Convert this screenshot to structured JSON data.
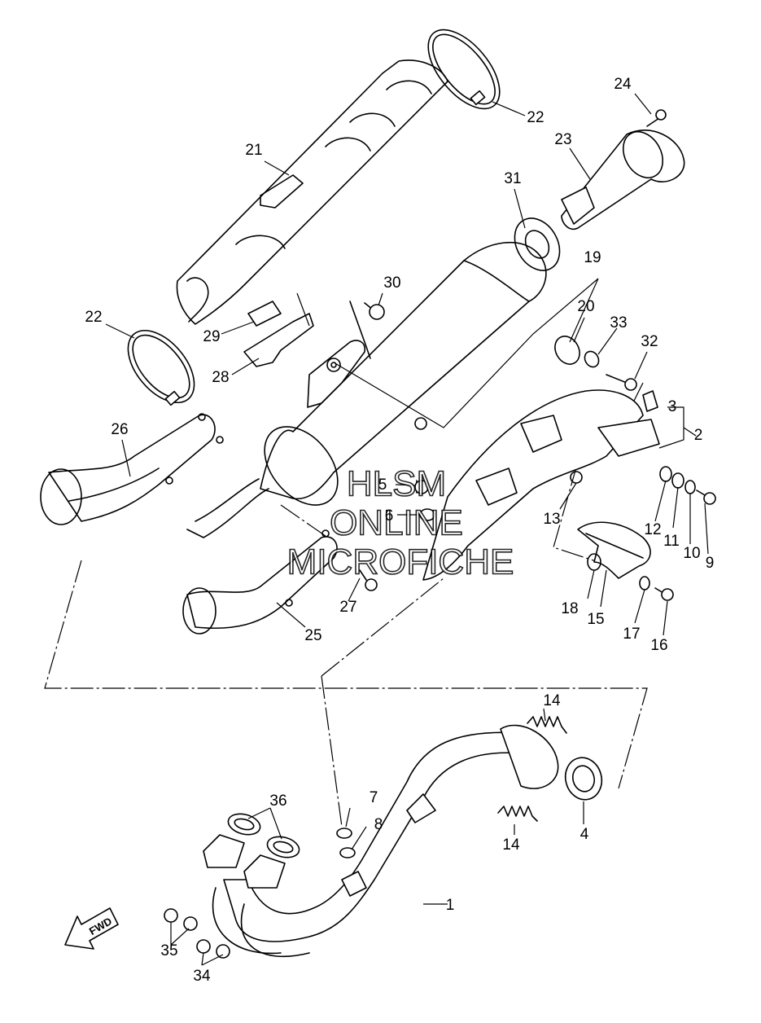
{
  "watermark": {
    "line1": "HLSM",
    "line2": "ONLINE",
    "line3": "MICROFICHE"
  },
  "direction_badge": {
    "label": "FWD",
    "icon": "arrow-down-left-icon"
  },
  "callouts": [
    {
      "id": "c1",
      "label": "1"
    },
    {
      "id": "c2",
      "label": "2"
    },
    {
      "id": "c3",
      "label": "3"
    },
    {
      "id": "c4",
      "label": "4"
    },
    {
      "id": "c5",
      "label": "5"
    },
    {
      "id": "c6",
      "label": "6"
    },
    {
      "id": "c7",
      "label": "7"
    },
    {
      "id": "c8",
      "label": "8"
    },
    {
      "id": "c9",
      "label": "9"
    },
    {
      "id": "c10",
      "label": "10"
    },
    {
      "id": "c11",
      "label": "11"
    },
    {
      "id": "c12",
      "label": "12"
    },
    {
      "id": "c13",
      "label": "13"
    },
    {
      "id": "c14a",
      "label": "14"
    },
    {
      "id": "c14b",
      "label": "14"
    },
    {
      "id": "c15",
      "label": "15"
    },
    {
      "id": "c16",
      "label": "16"
    },
    {
      "id": "c17",
      "label": "17"
    },
    {
      "id": "c18",
      "label": "18"
    },
    {
      "id": "c19",
      "label": "19"
    },
    {
      "id": "c20",
      "label": "20"
    },
    {
      "id": "c21",
      "label": "21"
    },
    {
      "id": "c22a",
      "label": "22"
    },
    {
      "id": "c22b",
      "label": "22"
    },
    {
      "id": "c23",
      "label": "23"
    },
    {
      "id": "c24",
      "label": "24"
    },
    {
      "id": "c25",
      "label": "25"
    },
    {
      "id": "c26",
      "label": "26"
    },
    {
      "id": "c27",
      "label": "27"
    },
    {
      "id": "c28",
      "label": "28"
    },
    {
      "id": "c29",
      "label": "29"
    },
    {
      "id": "c30",
      "label": "30"
    },
    {
      "id": "c31",
      "label": "31"
    },
    {
      "id": "c32",
      "label": "32"
    },
    {
      "id": "c33",
      "label": "33"
    },
    {
      "id": "c34",
      "label": "34"
    },
    {
      "id": "c35",
      "label": "35"
    },
    {
      "id": "c36",
      "label": "36"
    }
  ]
}
